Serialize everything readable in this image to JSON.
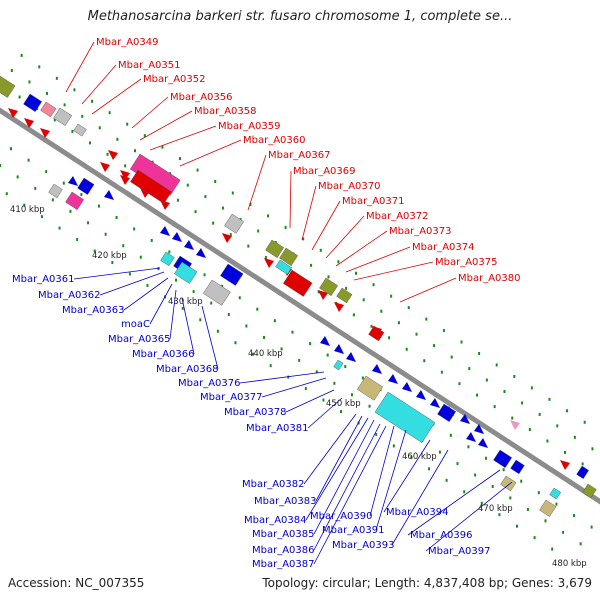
{
  "title": "Methanosarcina barkeri str. fusaro chromosome 1, complete se...",
  "footer": {
    "accession": "Accession: NC_007355",
    "summary": "Topology: circular; Length: 4,837,408 bp; Genes: 3,679"
  },
  "colors": {
    "forward": "#e00000",
    "reverse": "#0000dd",
    "pink": "#ee3399",
    "cyan": "#33dde0",
    "olive": "#8a9a2a",
    "tan": "#c8b878",
    "gray": "#c0c0c0",
    "backbone": "#8c8c8c",
    "tick": "#1a8a1a"
  },
  "kbp_labels": [
    "410 kbp",
    "420 kbp",
    "430 kbp",
    "440 kbp",
    "450 kbp",
    "460 kbp",
    "470 kbp",
    "480 kbp"
  ],
  "top_labels": [
    "Mbar_A0349",
    "Mbar_A0351",
    "Mbar_A0352",
    "Mbar_A0356",
    "Mbar_A0358",
    "Mbar_A0359",
    "Mbar_A0360",
    "Mbar_A0367",
    "Mbar_A0369",
    "Mbar_A0370",
    "Mbar_A0371",
    "Mbar_A0372",
    "Mbar_A0373",
    "Mbar_A0374",
    "Mbar_A0375",
    "Mbar_A0380"
  ],
  "left_labels": [
    "Mbar_A0361",
    "Mbar_A0362",
    "Mbar_A0363",
    "moaC",
    "Mbar_A0365",
    "Mbar_A0366",
    "Mbar_A0368",
    "Mbar_A0376",
    "Mbar_A0377",
    "Mbar_A0378",
    "Mbar_A0381"
  ],
  "bottom_labels": [
    "Mbar_A0382",
    "Mbar_A0383",
    "Mbar_A0384",
    "Mbar_A0390",
    "Mbar_A0385",
    "Mbar_A0391",
    "Mbar_A0394",
    "Mbar_A0386",
    "Mbar_A0393",
    "Mbar_A0396",
    "Mbar_A0387",
    "Mbar_A0397"
  ]
}
